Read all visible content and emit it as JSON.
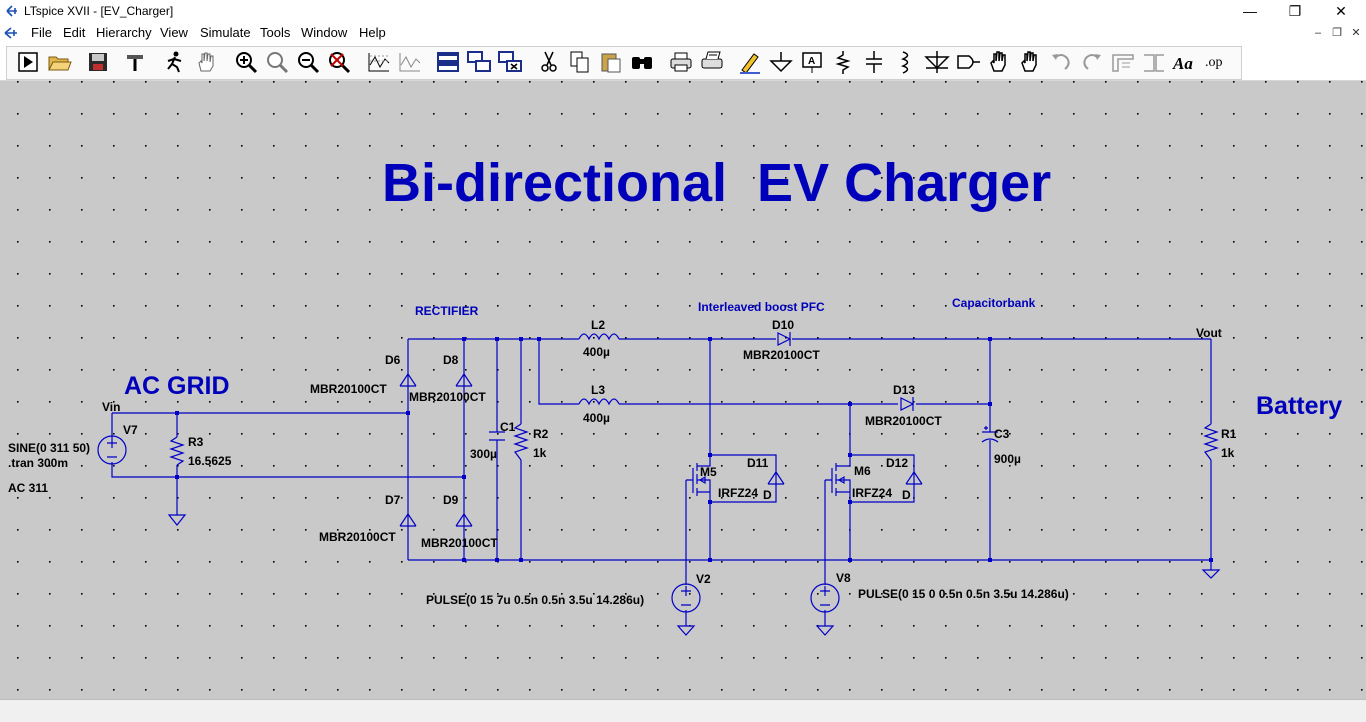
{
  "window": {
    "title": "LTspice XVII - [EV_Charger]",
    "min": "—",
    "max": "❐",
    "close": "✕"
  },
  "menu": [
    "File",
    "Edit",
    "Hierarchy",
    "View",
    "Simulate",
    "Tools",
    "Window",
    "Help"
  ],
  "mdi": {
    "min": "–",
    "restore": "❐",
    "close": "✕"
  },
  "toolbar_icons": [
    "run-icon",
    "open-icon",
    "save-icon",
    "control-panel-icon",
    "halt-icon",
    "pan-icon",
    "zoom-in-icon",
    "zoom-fit-icon",
    "zoom-out-icon",
    "zoom-cancel-icon",
    "waveform-icon",
    "waveform-autorange-icon",
    "tile-icon",
    "cascade-icon",
    "close-windows-icon",
    "cut-icon",
    "copy-icon",
    "paste-icon",
    "find-icon",
    "print-icon",
    "print-preview-icon",
    "draw-wire-icon",
    "ground-icon",
    "label-net-icon",
    "resistor-icon",
    "capacitor-icon",
    "inductor-icon",
    "diode-icon",
    "component-icon",
    "move-icon",
    "drag-icon",
    "undo-icon",
    "redo-icon",
    "rotate-icon",
    "mirror-icon",
    "text-icon",
    "spice-directive-icon"
  ],
  "spice_directive_label": ".op",
  "schematic": {
    "title": "Bi-directional  EV Charger",
    "labels": {
      "ac_grid": "AC GRID",
      "battery": "Battery",
      "rectifier": "RECTIFIER",
      "pfc": "Interleaved boost PFC",
      "capbank": "Capacitorbank",
      "vin": "Vin",
      "vout": "Vout"
    },
    "components": {
      "V7": {
        "ref": "V7",
        "value1": "SINE(0 311 50)",
        "value2": ".tran 300m",
        "value3": "AC 311"
      },
      "R3": {
        "ref": "R3",
        "value": "16.5625"
      },
      "D6": {
        "ref": "D6",
        "model": "MBR20100CT"
      },
      "D8": {
        "ref": "D8",
        "model": "MBR20100CT"
      },
      "D7": {
        "ref": "D7",
        "model": "MBR20100CT"
      },
      "D9": {
        "ref": "D9",
        "model": "MBR20100CT"
      },
      "C1": {
        "ref": "C1",
        "value": "300µ"
      },
      "R2": {
        "ref": "R2",
        "value": "1k"
      },
      "L2": {
        "ref": "L2",
        "value": "400µ"
      },
      "L3": {
        "ref": "L3",
        "value": "400µ"
      },
      "D10": {
        "ref": "D10",
        "model": "MBR20100CT"
      },
      "D13": {
        "ref": "D13",
        "model": "MBR20100CT"
      },
      "M5": {
        "ref": "M5",
        "model": "IRFZ24"
      },
      "M6": {
        "ref": "M6",
        "model": "IRFZ24"
      },
      "D11": {
        "ref": "D11",
        "pin": "D"
      },
      "D12": {
        "ref": "D12",
        "pin": "D"
      },
      "C3": {
        "ref": "C3",
        "value": "900µ"
      },
      "R1": {
        "ref": "R1",
        "value": "1k"
      },
      "V2": {
        "ref": "V2",
        "value": "PULSE(0 15 7u 0.5n 0.5n 3.5u 14.286u)"
      },
      "V8": {
        "ref": "V8",
        "value": "PULSE(0 15 0 0.5n 0.5n 3.5u 14.286u)"
      }
    }
  }
}
